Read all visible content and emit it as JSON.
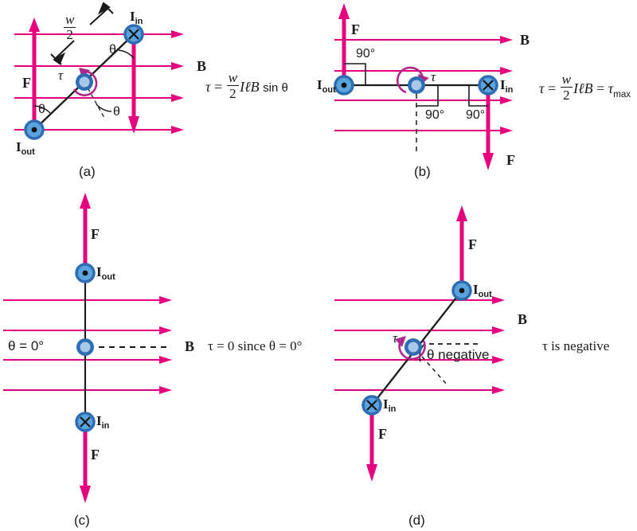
{
  "figure": {
    "description": "Current loop in a uniform magnetic field at four orientations showing torque",
    "colors": {
      "field_line": "#E6007E",
      "marker_ring": "#2E6DB4",
      "marker_fill": "#5BA3DD",
      "pivot_center": "#A8C8E8",
      "torque_arrow": "#B0268C",
      "loop_wire": "#1a1a1a",
      "text": "#1a1a1a"
    }
  },
  "panels": [
    {
      "id": "a",
      "caption": "(a)",
      "b_label": "B",
      "f_label": "F",
      "i_out_label": "I",
      "i_out_sub": "out",
      "i_in_label": "I",
      "i_in_sub": "in",
      "tau_label": "τ",
      "width_label_num": "w",
      "width_label_den": "2",
      "theta_labels": [
        "θ",
        "θ",
        "θ"
      ],
      "equation": {
        "tau": "τ",
        "eq": "=",
        "num": "w",
        "den": "2",
        "mid": "IℓB",
        "trig": "sin θ"
      }
    },
    {
      "id": "b",
      "caption": "(b)",
      "b_label": "B",
      "f_label_top": "F",
      "f_label_bottom": "F",
      "i_out_label": "I",
      "i_out_sub": "out",
      "i_in_label": "I",
      "i_in_sub": "in",
      "tau_label": "τ",
      "angle_labels": [
        "90°",
        "90°",
        "90°"
      ],
      "equation": {
        "tau": "τ",
        "eq": "=",
        "num": "w",
        "den": "2",
        "mid": "IℓB",
        "eq2": "=",
        "tau_max": "τ",
        "tau_max_sub": "max"
      }
    },
    {
      "id": "c",
      "caption": "(c)",
      "b_label": "B",
      "f_label_top": "F",
      "f_label_bottom": "F",
      "i_out_label": "I",
      "i_out_sub": "out",
      "i_in_label": "I",
      "i_in_sub": "in",
      "theta_label": "θ = 0°",
      "statement": "τ = 0 since θ = 0°"
    },
    {
      "id": "d",
      "caption": "(d)",
      "b_label": "B",
      "f_label_top": "F",
      "f_label_bottom": "F",
      "i_out_label": "I",
      "i_out_sub": "out",
      "i_in_label": "I",
      "i_in_sub": "in",
      "tau_label": "τ",
      "theta_label": "θ negative",
      "statement": "τ is negative"
    }
  ]
}
